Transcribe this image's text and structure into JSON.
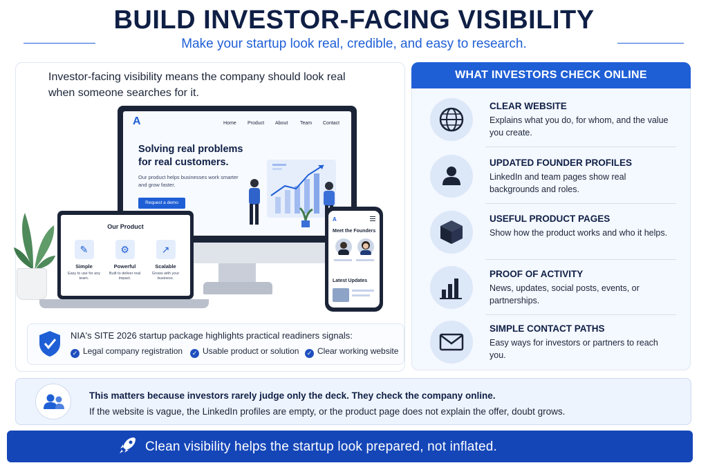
{
  "header": {
    "title": "BUILD INVESTOR-FACING VISIBILITY",
    "subtitle": "Make your startup look real, credible, and easy to research."
  },
  "left": {
    "intro": "Investor-facing visibility means the company should look real when someone searches for it.",
    "monitor": {
      "logo": "A",
      "nav": [
        "Home",
        "Product",
        "About",
        "Team",
        "Contact"
      ],
      "hero": "Solving real problems for real customers.",
      "hero_sub": "Our product helps businesses work smarter and grow faster.",
      "cta": "Request a demo"
    },
    "laptop": {
      "title": "Our Product",
      "features": [
        {
          "label": "Simple",
          "desc": "Easy to use for any team."
        },
        {
          "label": "Powerful",
          "desc": "Built to deliver real impact."
        },
        {
          "label": "Scalable",
          "desc": "Grows with your business."
        }
      ]
    },
    "phone": {
      "logo": "A",
      "founders": "Meet the Founders",
      "updates": "Latest Updates"
    },
    "site_package": {
      "text": "NIA's SITE 2026 startup package highlights practical readiners signals:",
      "checks": [
        "Legal company registration",
        "Usable product or solution",
        "Clear working website"
      ]
    }
  },
  "right": {
    "header": "WHAT INVESTORS CHECK ONLINE",
    "items": [
      {
        "title": "CLEAR WEBSITE",
        "desc": "Explains what you do, for whom, and the value you create.",
        "icon": "globe-icon"
      },
      {
        "title": "UPDATED FOUNDER PROFILES",
        "desc": "LinkedIn and team pages show real backgrounds and roles.",
        "icon": "person-icon"
      },
      {
        "title": "USEFUL PRODUCT PAGES",
        "desc": "Show how the product works and who it helps.",
        "icon": "box-icon"
      },
      {
        "title": "PROOF OF ACTIVITY",
        "desc": "News, updates, social posts, events, or partnerships.",
        "icon": "bar-chart-icon"
      },
      {
        "title": "SIMPLE CONTACT PATHS",
        "desc": "Easy ways for investors or partners to reach you.",
        "icon": "mail-icon"
      }
    ]
  },
  "why": {
    "line1": "This matters because investors rarely judge only the deck. They check the company online.",
    "line2": "If the website is vague, the LinkedIn profiles are empty, or the product page does not explain the offer, doubt grows."
  },
  "banner": {
    "text": "Clean visibility helps the startup look prepared, not inflated."
  },
  "colors": {
    "accent": "#1f5fd6",
    "navy": "#0f1f45",
    "banner": "#1546b8"
  }
}
